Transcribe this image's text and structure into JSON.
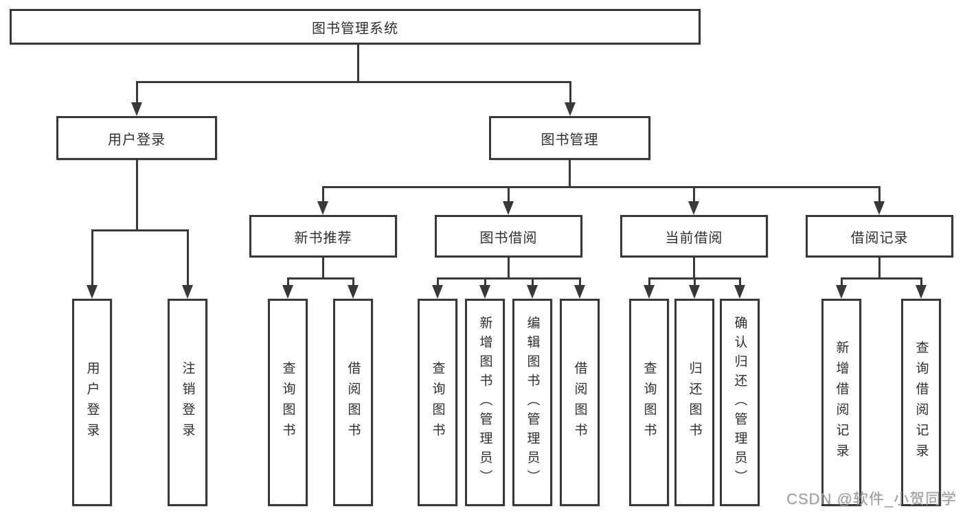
{
  "diagram": {
    "title": "图书管理系统",
    "colors": {
      "line": "#383838",
      "node_background": "#ffffff",
      "text": "#2f2f2f",
      "watermark": "#989898"
    },
    "nodes": {
      "root": "图书管理系统",
      "l2": [
        "用户登录",
        "图书管理"
      ],
      "l3": [
        "新书推荐",
        "图书借阅",
        "当前借阅",
        "借阅记录"
      ],
      "g1": [
        "用户登录",
        "注销登录"
      ],
      "g2": [
        "查询图书",
        "借阅图书"
      ],
      "g3": [
        "查询图书",
        "新增图书（管理员）",
        "编辑图书（管理员）",
        "借阅图书"
      ],
      "g4": [
        "查询图书",
        "归还图书",
        "确认归还（管理员）"
      ],
      "g5": [
        "新增借阅记录",
        "查询借阅记录"
      ]
    },
    "watermark": "CSDN @软件_小贺同学"
  }
}
